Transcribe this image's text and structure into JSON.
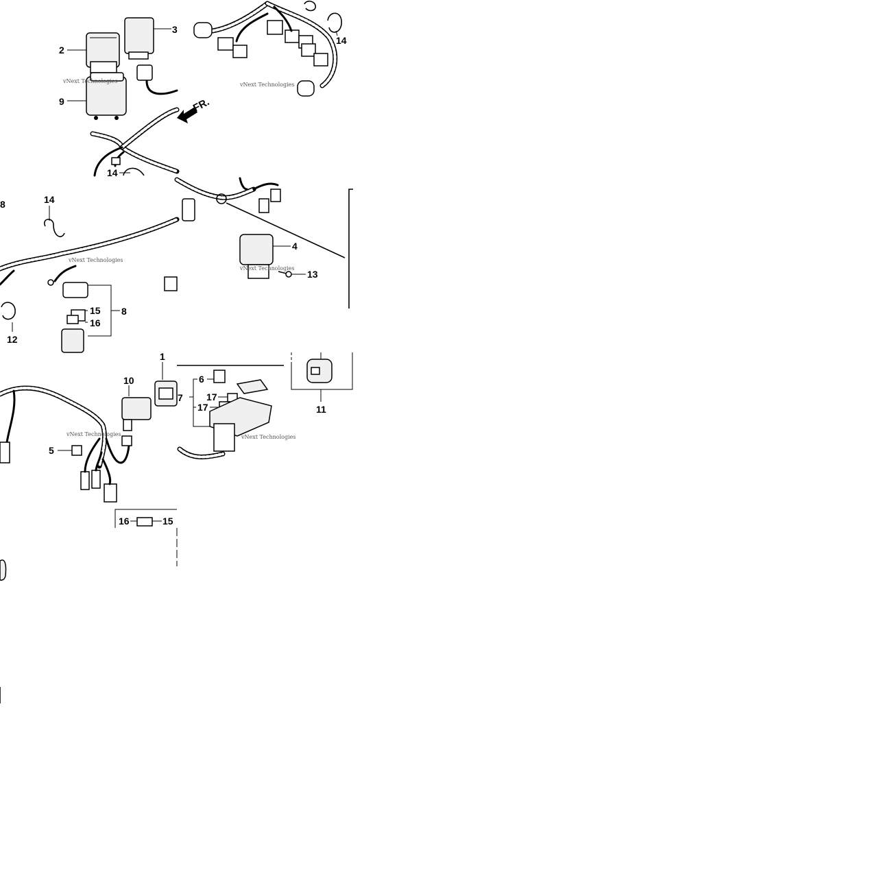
{
  "diagram": {
    "callouts": {
      "c1": "1",
      "c2": "2",
      "c3": "3",
      "c4": "4",
      "c5": "5",
      "c6": "6",
      "c7": "7",
      "c8": "8",
      "c9": "9",
      "c10": "10",
      "c11": "11",
      "c12": "12",
      "c13": "13",
      "c14a": "14",
      "c14b": "14",
      "c14c": "14",
      "c15a": "15",
      "c15b": "15",
      "c16a": "16",
      "c16b": "16",
      "c17a": "17",
      "c17b": "17",
      "c18": "8"
    },
    "direction_label": "FR.",
    "watermark": "vNext Technologies"
  }
}
